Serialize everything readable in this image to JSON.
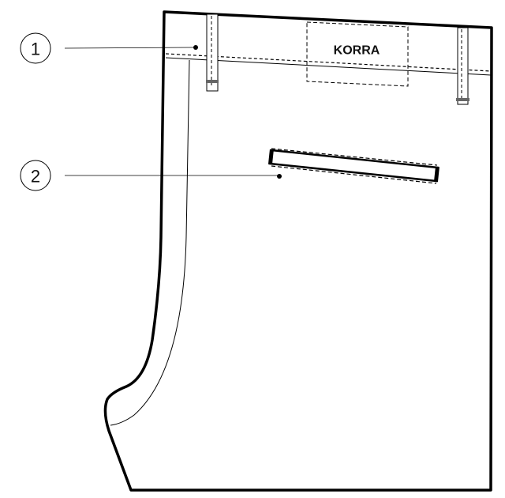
{
  "drawing": {
    "label_text": "KORRA",
    "stroke_color": "#000000",
    "callouts": [
      {
        "number": "1"
      },
      {
        "number": "2"
      }
    ]
  }
}
